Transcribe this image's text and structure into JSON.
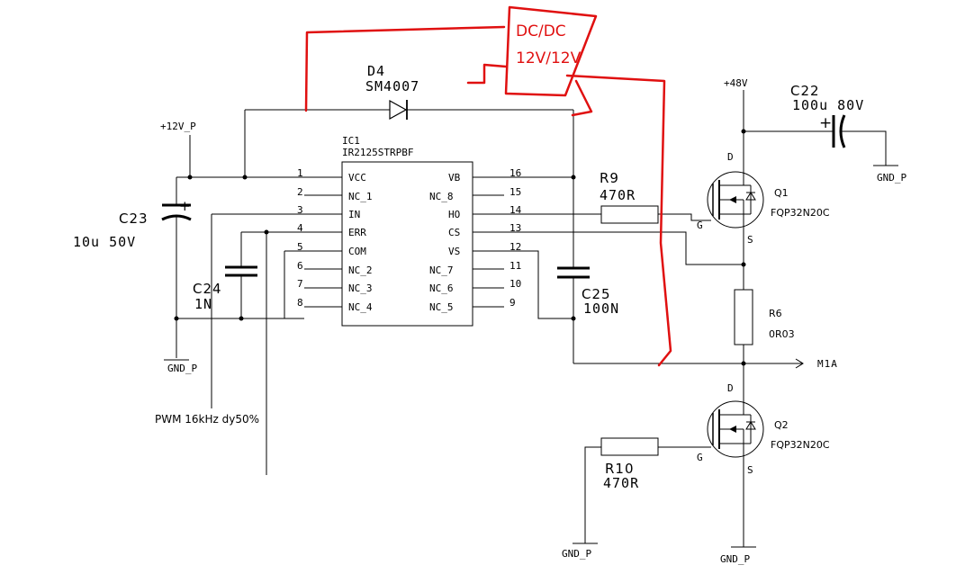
{
  "supplies": {
    "p12": "+12V_P",
    "p48": "+48V",
    "gnd": "GND_P"
  },
  "ic": {
    "ref": "IC1",
    "part": "IR2125STRPBF",
    "left_pins": [
      {
        "num": "1",
        "name": "VCC"
      },
      {
        "num": "2",
        "name": "NC_1"
      },
      {
        "num": "3",
        "name": "IN"
      },
      {
        "num": "4",
        "name": "ERR"
      },
      {
        "num": "5",
        "name": "COM"
      },
      {
        "num": "6",
        "name": "NC_2"
      },
      {
        "num": "7",
        "name": "NC_3"
      },
      {
        "num": "8",
        "name": "NC_4"
      }
    ],
    "right_pins": [
      {
        "num": "16",
        "name": "VB"
      },
      {
        "num": "15",
        "name": "NC_8"
      },
      {
        "num": "14",
        "name": "HO"
      },
      {
        "num": "13",
        "name": "CS"
      },
      {
        "num": "12",
        "name": "VS"
      },
      {
        "num": "11",
        "name": "NC_7"
      },
      {
        "num": "10",
        "name": "NC_6"
      },
      {
        "num": "9",
        "name": "NC_5"
      }
    ]
  },
  "parts": {
    "d4_ref": "D4",
    "d4_val": "SM4007",
    "c22_ref": "C22",
    "c22_val": "100u 80V",
    "c23_ref": "C23",
    "c23_val": "10u 50V",
    "c24_ref": "C24",
    "c24_val": "1N",
    "c25_ref": "C25",
    "c25_val": "100N",
    "r9_ref": "R9",
    "r9_val": "470R",
    "r10_ref": "R10",
    "r10_val": "470R",
    "r6_ref": "R6",
    "r6_val": "0R03",
    "q1_ref": "Q1",
    "q1_val": "FQP32N20C",
    "q2_ref": "Q2",
    "q2_val": "FQP32N20C"
  },
  "mosfet_pins": {
    "d": "D",
    "g": "G",
    "s": "S"
  },
  "net_m1a": "M1A",
  "pwm_note": "PWM 16kHz dy50%",
  "annotation": {
    "line1": "DC/DC",
    "line2": "12V/12V",
    "color": "#e01010"
  }
}
